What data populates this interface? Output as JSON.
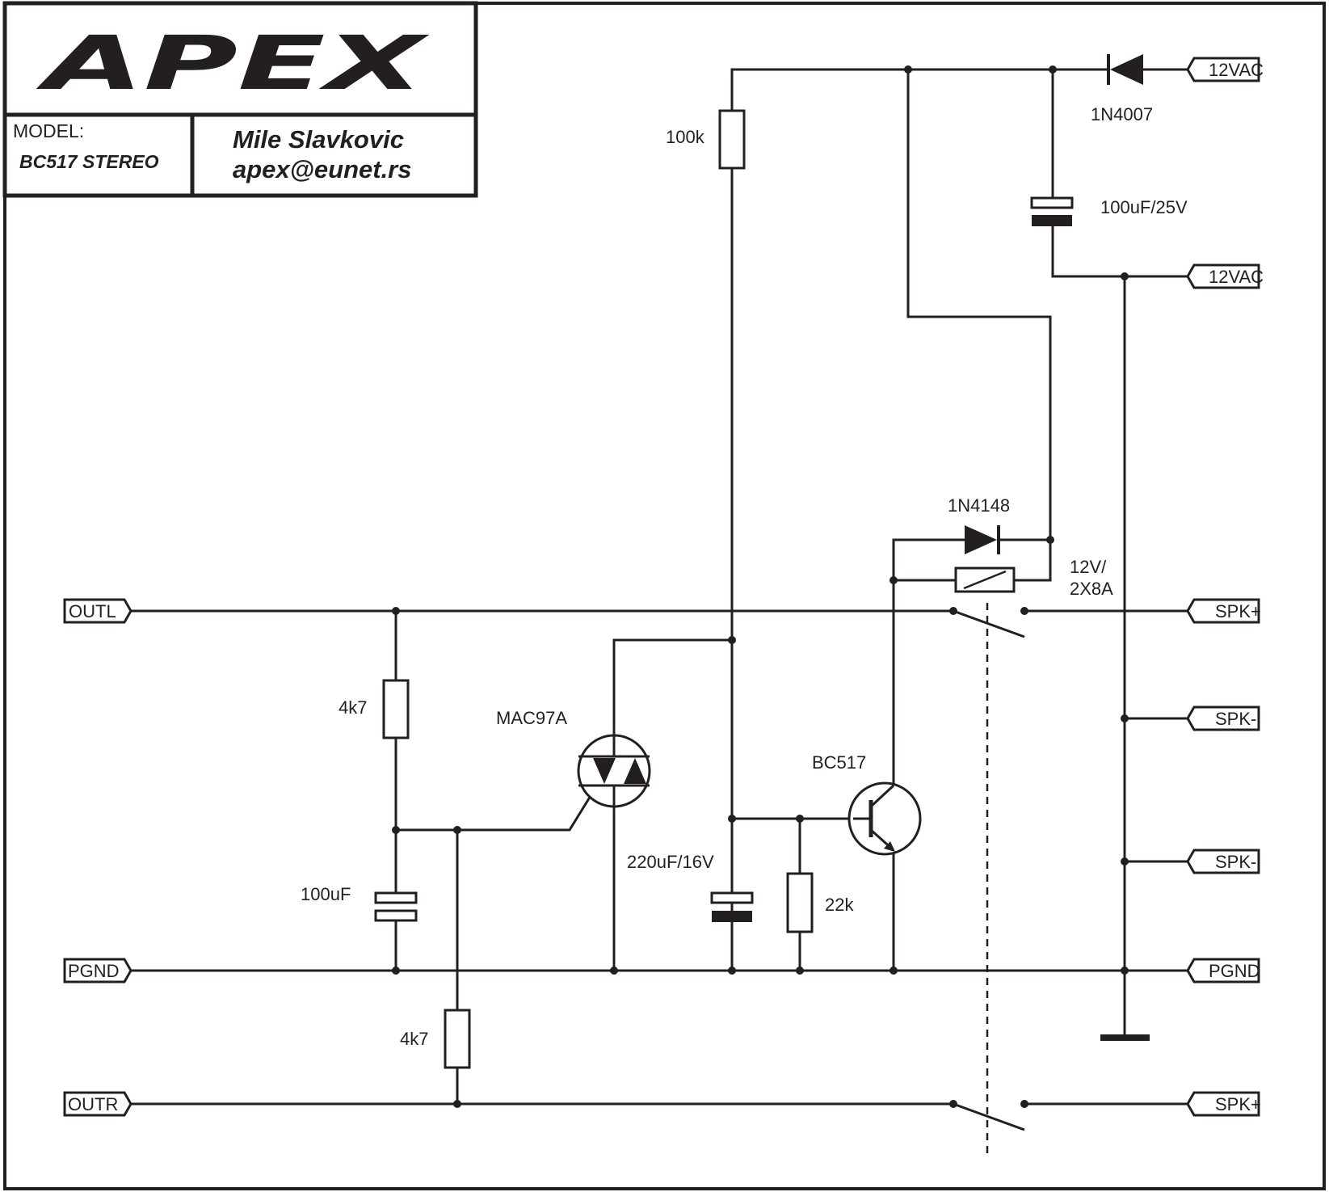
{
  "title_block": {
    "logo": "APEX",
    "model_label": "MODEL:",
    "model_value": "BC517 STEREO",
    "author": "Mile Slavkovic",
    "email": "apex@eunet.rs"
  },
  "connectors": {
    "ac_top": "12VAC",
    "ac_mid": "12VAC",
    "outl": "OUTL",
    "pgnd_left": "PGND",
    "outr": "OUTR",
    "spk_plus_top": "SPK+",
    "spk_minus_1": "SPK-",
    "spk_minus_2": "SPK-",
    "pgnd_right": "PGND",
    "spk_plus_bottom": "SPK+"
  },
  "components": {
    "diode_rect": "1N4007",
    "cap_supply": "100uF/25V",
    "res_100k": "100k",
    "diode_flyback": "1N4148",
    "relay_line1": "12V/",
    "relay_line2": "2X8A",
    "res_4k7_top": "4k7",
    "triac": "MAC97A",
    "transistor": "BC517",
    "cap_220": "220uF/16V",
    "cap_100": "100uF",
    "res_22k": "22k",
    "res_4k7_bottom": "4k7"
  },
  "colors": {
    "ink": "#231f20",
    "background": "#ffffff"
  }
}
